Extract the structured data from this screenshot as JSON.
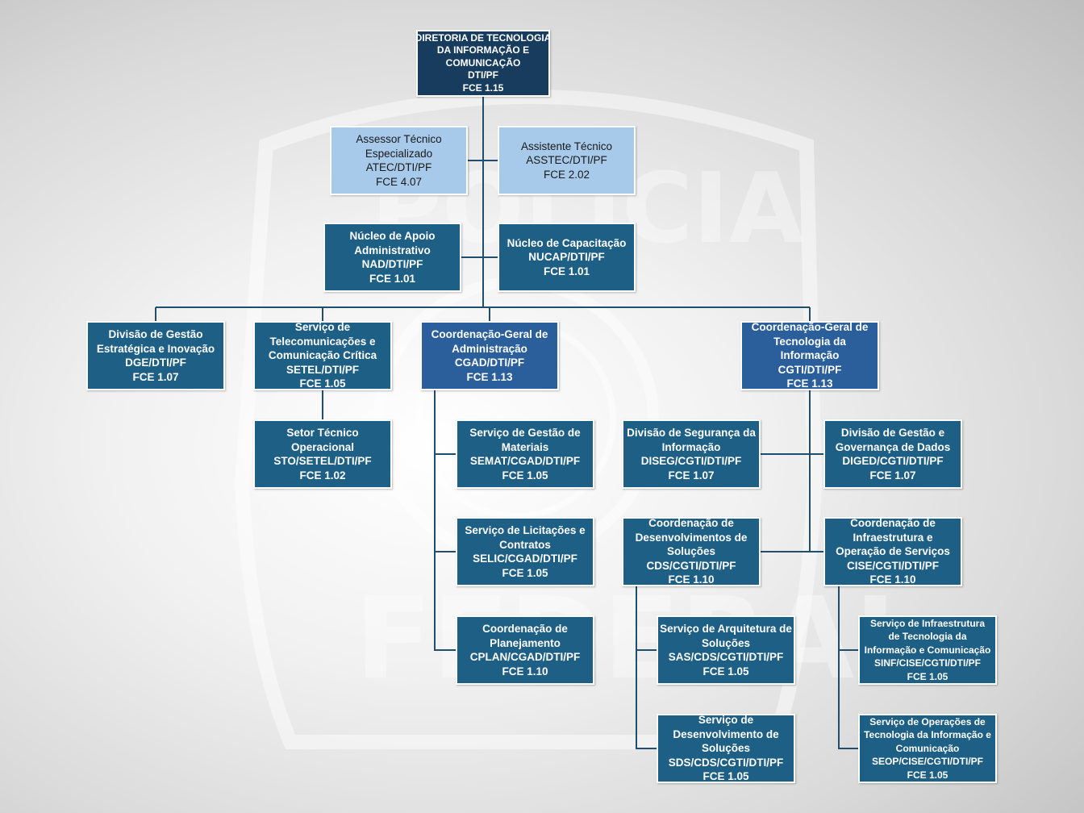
{
  "boxes": {
    "dti": [
      "DIRETORIA DE TECNOLOGIA",
      "DA INFORMAÇÃO E",
      "COMUNICAÇÃO",
      "DTI/PF",
      "FCE 1.15"
    ],
    "atec": [
      "Assessor Técnico",
      "Especializado",
      "ATEC/DTI/PF",
      "FCE 4.07"
    ],
    "asstec": [
      "Assistente Técnico",
      "ASSTEC/DTI/PF",
      "FCE 2.02"
    ],
    "nad": [
      "Núcleo de Apoio",
      "Administrativo",
      "NAD/DTI/PF",
      "FCE 1.01"
    ],
    "nucap": [
      "Núcleo de Capacitação",
      "NUCAP/DTI/PF",
      "FCE 1.01"
    ],
    "dge": [
      "Divisão de Gestão",
      "Estratégica e Inovação",
      "DGE/DTI/PF",
      "FCE 1.07"
    ],
    "setel": [
      "Serviço de",
      "Telecomunicações e",
      "Comunicação Crítica",
      "SETEL/DTI/PF",
      "FCE 1.05"
    ],
    "cgad": [
      "Coordenação-Geral de",
      "Administração",
      "CGAD/DTI/PF",
      "FCE 1.13"
    ],
    "cgti": [
      "Coordenação-Geral de",
      "Tecnologia da",
      "Informação",
      "CGTI/DTI/PF",
      "FCE 1.13"
    ],
    "sto": [
      "Setor Técnico",
      "Operacional",
      "STO/SETEL/DTI/PF",
      "FCE 1.02"
    ],
    "semat": [
      "Serviço de Gestão de",
      "Materiais",
      "SEMAT/CGAD/DTI/PF",
      "FCE 1.05"
    ],
    "selic": [
      "Serviço de Licitações e",
      "Contratos",
      "SELIC/CGAD/DTI/PF",
      "FCE 1.05"
    ],
    "cplan": [
      "Coordenação de",
      "Planejamento",
      "CPLAN/CGAD/DTI/PF",
      "FCE 1.10"
    ],
    "diseg": [
      "Divisão de Segurança da",
      "Informação",
      "DISEG/CGTI/DTI/PF",
      "FCE 1.07"
    ],
    "diged": [
      "Divisão de Gestão e",
      "Governança de Dados",
      "DIGED/CGTI/DTI/PF",
      "FCE 1.07"
    ],
    "cds": [
      "Coordenação de",
      "Desenvolvimentos de",
      "Soluções",
      "CDS/CGTI/DTI/PF",
      "FCE 1.10"
    ],
    "cise": [
      "Coordenação de",
      "Infraestrutura e",
      "Operação de Serviços",
      "CISE/CGTI/DTI/PF",
      "FCE 1.10"
    ],
    "sas": [
      "Serviço de Arquitetura de",
      "Soluções",
      "SAS/CDS/CGTI/DTI/PF",
      "FCE 1.05"
    ],
    "sds": [
      "Serviço de",
      "Desenvolvimento de",
      "Soluções",
      "SDS/CDS/CGTI/DTI/PF",
      "FCE 1.05"
    ],
    "sinf": [
      "Serviço de Infraestrutura",
      "de Tecnologia da",
      "Informação e Comunicação",
      "SINF/CISE/CGTI/DTI/PF",
      "FCE 1.05"
    ],
    "seop": [
      "Serviço de Operações de",
      "Tecnologia da Informação e",
      "Comunicação",
      "SEOP/CISE/CGTI/DTI/PF",
      "FCE 1.05"
    ]
  },
  "colors": {
    "box": "#1e5f86",
    "top": "#183c5e",
    "assist": "#a7c9ea",
    "coord": "#2a5f9c",
    "line": "#1f4e6e"
  }
}
